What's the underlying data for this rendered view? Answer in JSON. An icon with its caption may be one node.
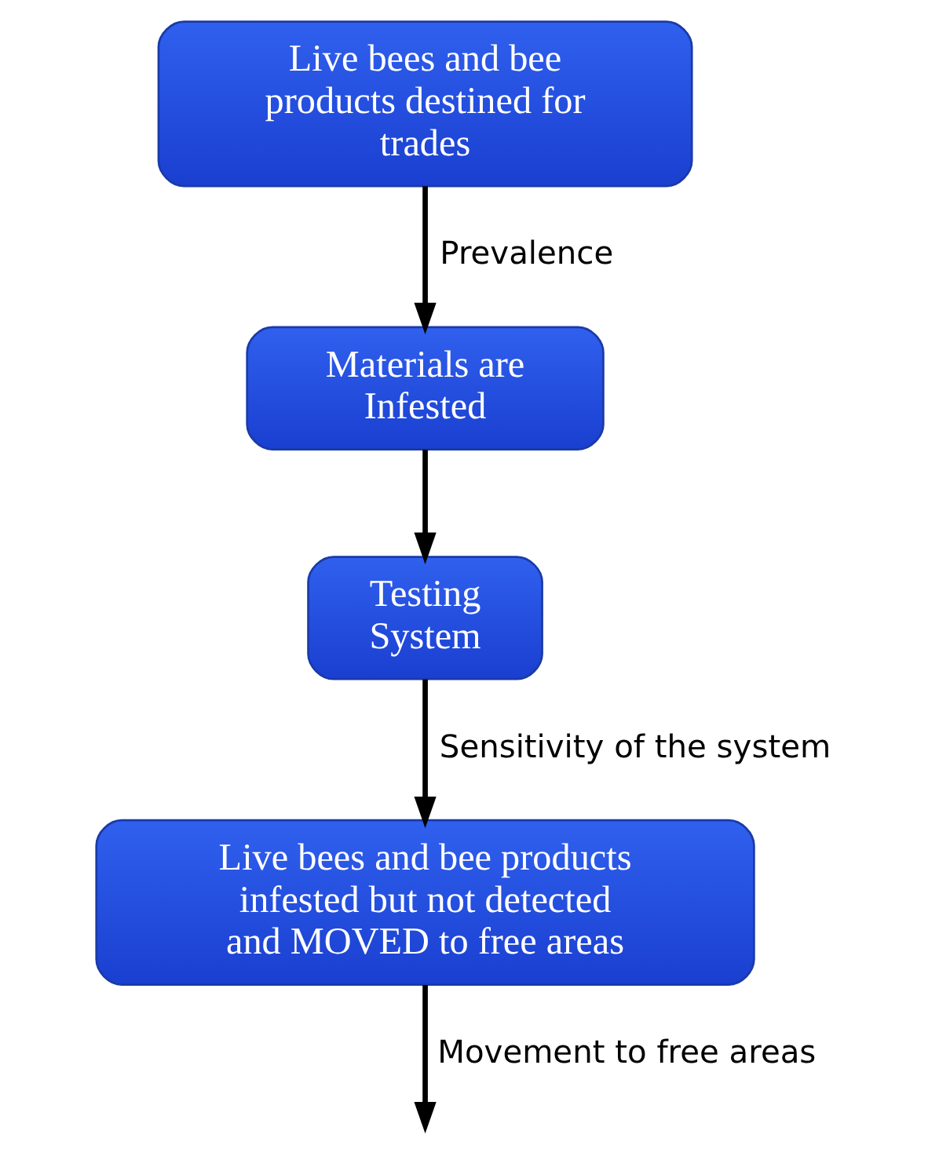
{
  "diagram": {
    "nodes": [
      {
        "text": [
          "Live bees and bee products destined for trades"
        ]
      },
      {
        "text": [
          "Materials are Infested"
        ]
      },
      {
        "text": [
          "Testing System"
        ]
      },
      {
        "text": [
          "Live bees and bee products infested but not detected and MOVED to free areas"
        ]
      }
    ],
    "edges": [
      {
        "from": 0,
        "to": 1,
        "arrow": "to",
        "label": "Prevalence"
      },
      {
        "from": 1,
        "to": 2,
        "arrow": "to"
      },
      {
        "from": 2,
        "to": 3,
        "arrow": "to",
        "label": "Sensitivity of the system"
      },
      {
        "from": 3,
        "to": null,
        "arrow": "to",
        "label": "Movement to free areas"
      }
    ]
  }
}
